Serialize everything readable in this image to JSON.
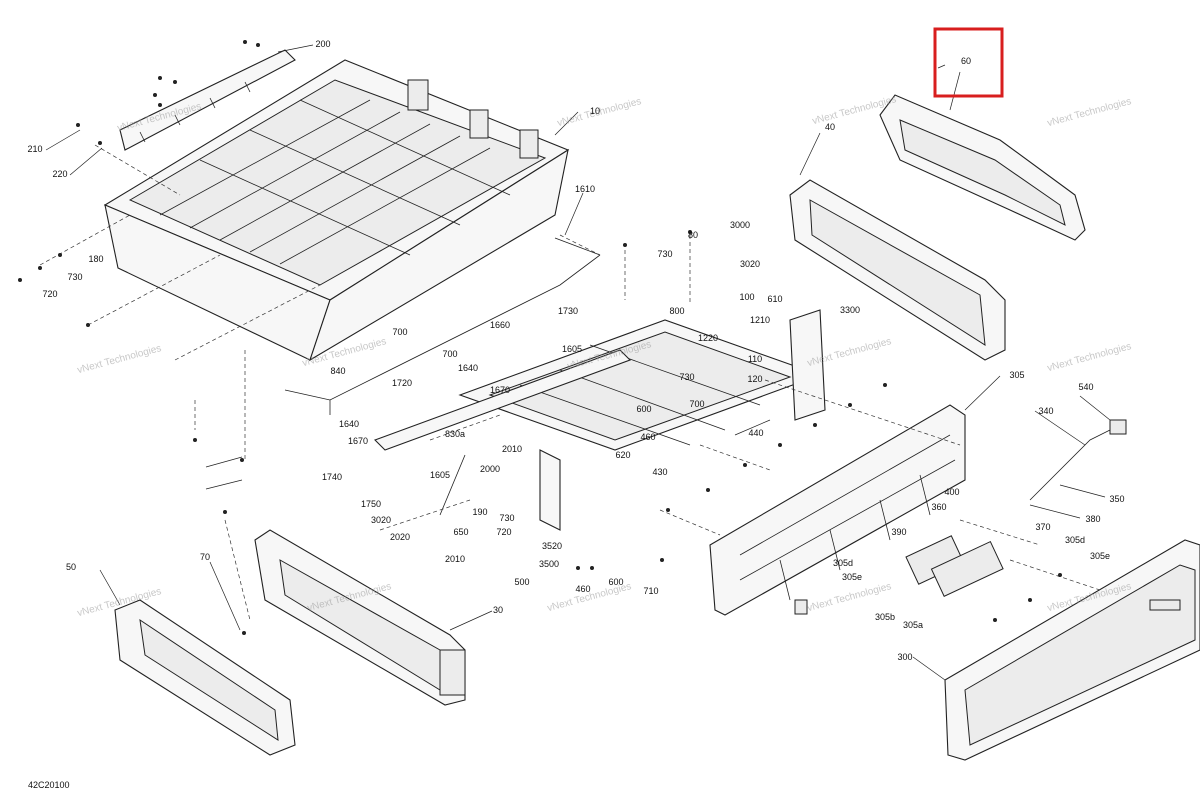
{
  "figure_code": "42C20100",
  "watermark_text": "vNext Technologies",
  "highlight": {
    "label": "60",
    "color": "#d81e1e"
  },
  "callouts": [
    "200",
    "210",
    "220",
    "730",
    "720",
    "180",
    "10",
    "1610",
    "80",
    "730",
    "3000",
    "3020",
    "1730",
    "1660",
    "800",
    "100",
    "610",
    "3300",
    "1210",
    "700",
    "700",
    "1640",
    "1605",
    "110",
    "120",
    "1220",
    "840",
    "1720",
    "1640",
    "1670",
    "1670",
    "830a",
    "2010",
    "600",
    "460",
    "620",
    "440",
    "730",
    "700",
    "1740",
    "1605",
    "2000",
    "1750",
    "3020",
    "2020",
    "190",
    "730",
    "720",
    "3520",
    "3500",
    "500",
    "2010",
    "650",
    "430",
    "460",
    "600",
    "710",
    "70",
    "50",
    "30",
    "40",
    "305",
    "540",
    "340",
    "350",
    "380",
    "400",
    "360",
    "370",
    "390",
    "305d",
    "305e",
    "305b",
    "305a",
    "305d",
    "305e",
    "300"
  ]
}
